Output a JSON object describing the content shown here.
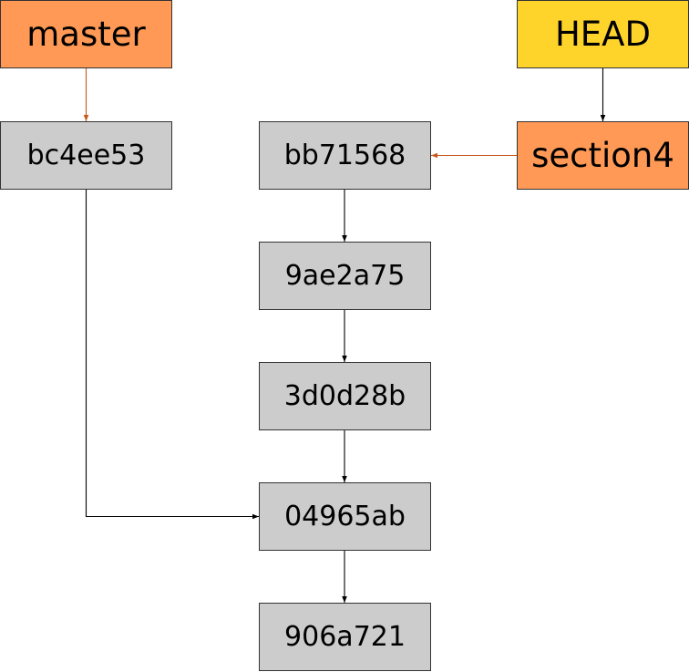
{
  "colors": {
    "commit_fill": "#cccccc",
    "branch_fill": "#ff9955",
    "head_fill": "#ffd42a",
    "branch_arrow": "#c8581c",
    "edge": "#000000"
  },
  "nodes": [
    {
      "id": "master",
      "label": "master",
      "kind": "branch"
    },
    {
      "id": "HEAD",
      "label": "HEAD",
      "kind": "head"
    },
    {
      "id": "bc4ee53",
      "label": "bc4ee53",
      "kind": "commit"
    },
    {
      "id": "bb71568",
      "label": "bb71568",
      "kind": "commit"
    },
    {
      "id": "section4",
      "label": "section4",
      "kind": "branch"
    },
    {
      "id": "9ae2a75",
      "label": "9ae2a75",
      "kind": "commit"
    },
    {
      "id": "3d0d28b",
      "label": "3d0d28b",
      "kind": "commit"
    },
    {
      "id": "04965ab",
      "label": "04965ab",
      "kind": "commit"
    },
    {
      "id": "906a721",
      "label": "906a721",
      "kind": "commit"
    }
  ],
  "edges": [
    {
      "from": "master",
      "to": "bc4ee53",
      "style": "branch"
    },
    {
      "from": "HEAD",
      "to": "section4",
      "style": "normal"
    },
    {
      "from": "section4",
      "to": "bb71568",
      "style": "branch"
    },
    {
      "from": "bb71568",
      "to": "9ae2a75",
      "style": "normal"
    },
    {
      "from": "9ae2a75",
      "to": "3d0d28b",
      "style": "normal"
    },
    {
      "from": "3d0d28b",
      "to": "04965ab",
      "style": "normal"
    },
    {
      "from": "bc4ee53",
      "to": "04965ab",
      "style": "normal"
    },
    {
      "from": "04965ab",
      "to": "906a721",
      "style": "normal"
    }
  ]
}
